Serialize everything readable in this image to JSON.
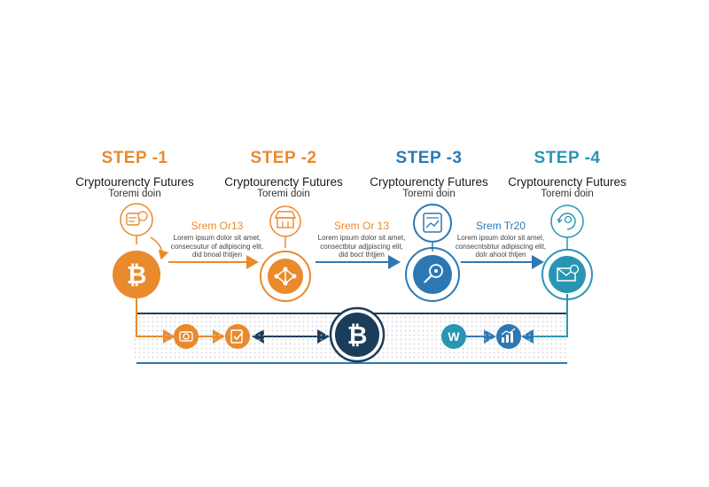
{
  "steps": [
    {
      "num": "STEP -1",
      "title": "Cryptourencty Futures",
      "subtitle": "Toremi doin",
      "color": "#e98a2c"
    },
    {
      "num": "STEP -2",
      "title": "Cryptourencty Futures",
      "subtitle": "Toremi doin",
      "color": "#e98a2c"
    },
    {
      "num": "STEP -3",
      "title": "Cryptourencty Futures",
      "subtitle": "Toremi doin",
      "color": "#2d78b3"
    },
    {
      "num": "STEP -4",
      "title": "Cryptourencty Futures",
      "subtitle": "Toremi doin",
      "color": "#2896b3"
    }
  ],
  "connectors": [
    {
      "heading": "Srem Or13",
      "lines": [
        "Lorem ipsum dolor sit amet,",
        "consecsutur of adipiscing elit,",
        "did bnoal thtijen"
      ]
    },
    {
      "heading": "Srem Or 13",
      "lines": [
        "Lorem ipsum dolor sit amet,",
        "consectbtur adjpiscing elit,",
        "did boct thtjjen"
      ]
    },
    {
      "heading": "Srem Tr20",
      "lines": [
        "Lorem ipsum dolor sit amel,",
        "consecntsbtur adipiscing elit,",
        "dolr ahool thtjen"
      ]
    }
  ],
  "icons": {
    "coin_symbol": "₿",
    "w_letter": "W"
  },
  "colors": {
    "orange": "#e98a2c",
    "blue": "#2d78b3",
    "teal": "#2896b3",
    "navy": "#1c3d5a"
  }
}
